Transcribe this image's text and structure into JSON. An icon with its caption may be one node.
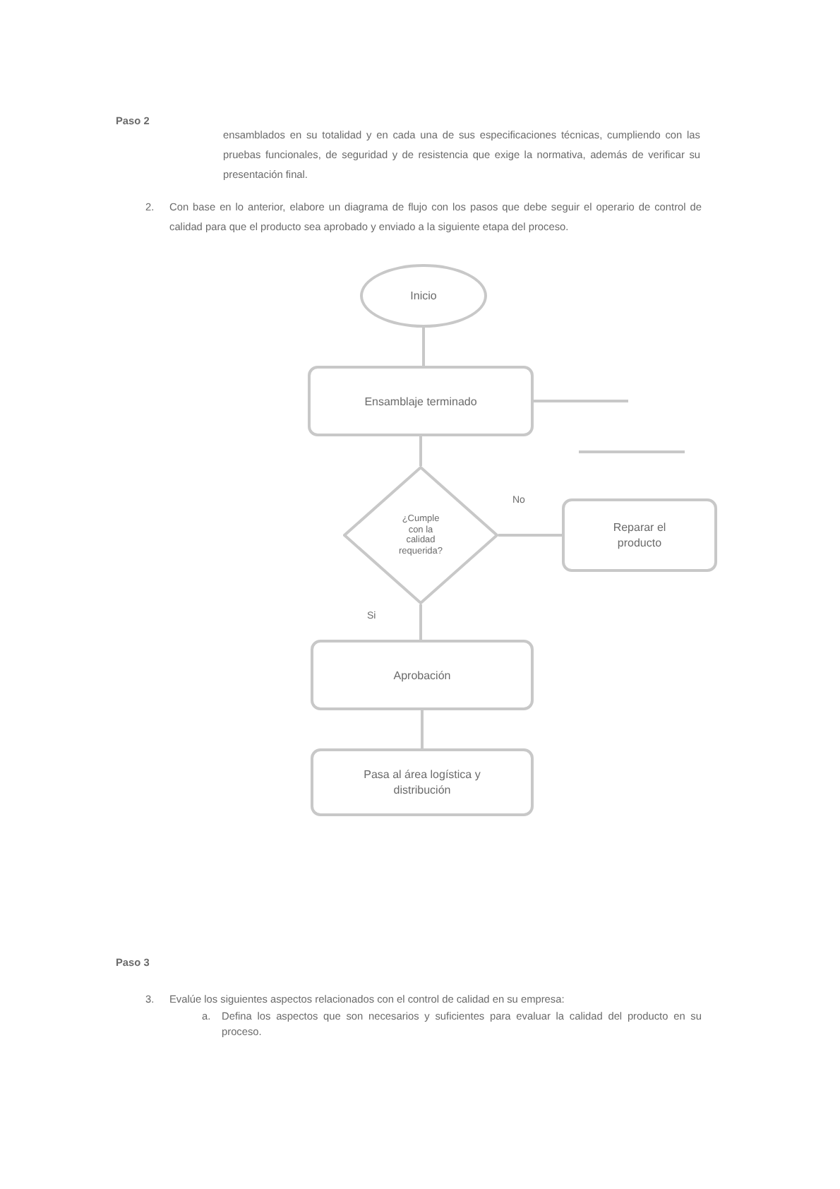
{
  "diagram": {
    "nodes": [
      {
        "text": [
          "Inicio"
        ]
      },
      {
        "text": [
          "Ensamblaje terminado"
        ]
      },
      {
        "text": [
          "¿Cumple con la calidad requerida?"
        ]
      },
      {
        "text": [
          "Reparar el producto"
        ]
      },
      {
        "text": [
          "Aprobación"
        ]
      },
      {
        "text": [
          "Pasa al área logística y distribución"
        ]
      }
    ],
    "edges": [
      {
        "from": 0,
        "to": 1,
        "arrow": "none"
      },
      {
        "from": 1,
        "to": 2,
        "arrow": "none"
      },
      {
        "from": 2,
        "to": 3,
        "arrow": "none",
        "label": "No"
      },
      {
        "from": 2,
        "to": 4,
        "arrow": "none",
        "label": "Si"
      },
      {
        "from": 4,
        "to": 5,
        "arrow": "none"
      },
      {
        "from": 1,
        "to": null,
        "arrow": "none"
      }
    ],
    "labels": [
      "Paso 2",
      "ensamblados en su totalidad y en cada una de sus especificaciones técnicas, cumpliendo con las pruebas funcionales, de seguridad y de resistencia que exige la normativa, además de verificar su presentación final.",
      "2.",
      "Con base en lo anterior, elabore un diagrama de flujo con los pasos que debe seguir el operario de control de calidad para que el producto sea aprobado y enviado a la siguiente etapa del proceso.",
      "Paso 3",
      "3.",
      "Evalúe los siguientes aspectos relacionados con el control de calidad en su empresa:",
      "a.",
      "Defina los aspectos que son necesarios y suficientes para evaluar la calidad del producto en su proceso."
    ]
  }
}
